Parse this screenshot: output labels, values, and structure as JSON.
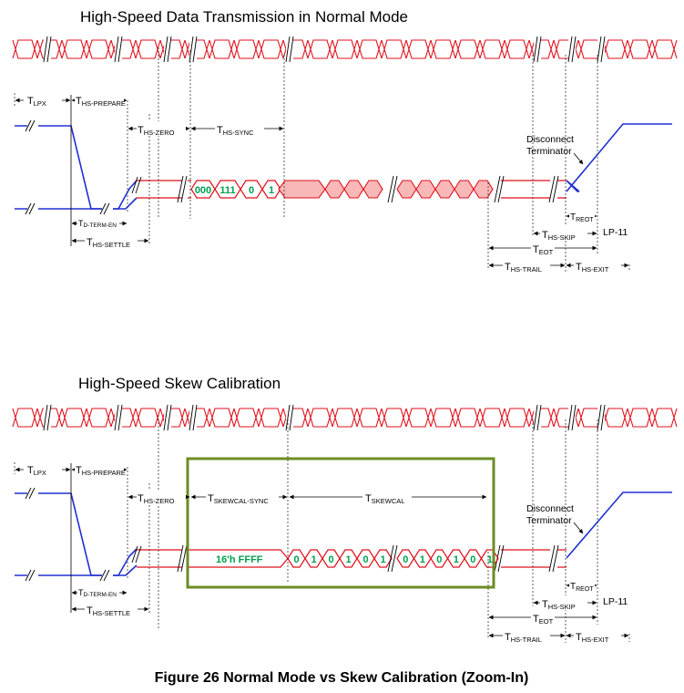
{
  "titles": {
    "normal": "High-Speed Data Transmission in Normal Mode",
    "skew": "High-Speed Skew Calibration"
  },
  "caption": "Figure 26 Normal Mode vs Skew Calibration (Zoom-In)",
  "timing": {
    "t": "T",
    "lpx": "LPX",
    "hs_prepare": "HS-PREPARE",
    "hs_zero": "HS-ZERO",
    "hs_sync": "HS-SYNC",
    "d_term_en": "D-TERM-EN",
    "hs_settle": "HS-SETTLE",
    "reot": "REOT",
    "hs_skip": "HS-SKIP",
    "eot": "EOT",
    "hs_trail": "HS-TRAIL",
    "hs_exit": "HS-EXIT",
    "skewcal_sync": "SKEWCAL-SYNC",
    "skewcal": "SKEWCAL"
  },
  "notes": {
    "disconnect_line1": "Disconnect",
    "disconnect_line2": "Terminator",
    "lp11": "LP-11"
  },
  "bits": {
    "normal": [
      "000",
      "111",
      "0",
      "1"
    ],
    "skew_sync": "16'h FFFF",
    "skew_pattern_a": [
      "0",
      "1",
      "0",
      "1",
      "0",
      "1"
    ],
    "skew_pattern_b": [
      "0",
      "1",
      "0",
      "1",
      "0",
      "1"
    ]
  },
  "colors": {
    "clock": "#e0101c",
    "lp_line": "#2030d0",
    "bit_text": "#00a050",
    "data_fill": "#f8b8b8",
    "highlight_box": "#6b8e23"
  }
}
